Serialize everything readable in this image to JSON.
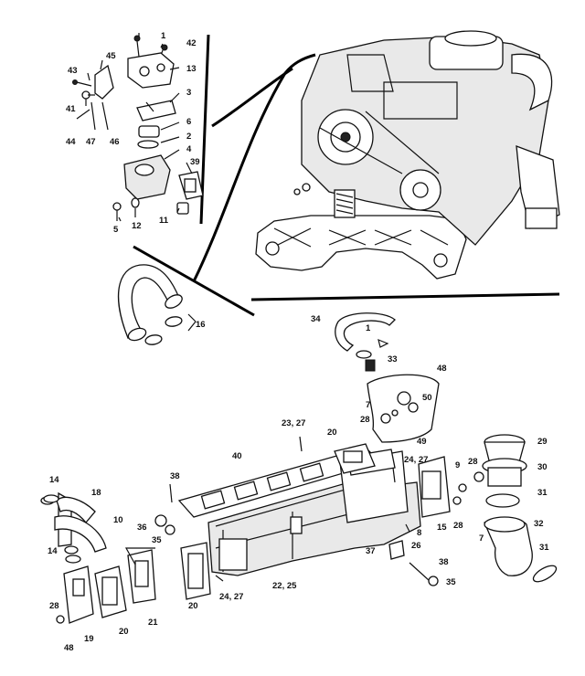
{
  "labels": {
    "l1a": "1",
    "l42": "42",
    "l45": "45",
    "l43": "43",
    "l13": "13",
    "l41": "41",
    "l3": "3",
    "l44": "44",
    "l47": "47",
    "l46": "46",
    "l6": "6",
    "l2": "2",
    "l4": "4",
    "l39": "39",
    "l5": "5",
    "l12": "12",
    "l11": "11",
    "l16": "16",
    "l34": "34",
    "l1b": "1",
    "l33": "33",
    "l48a": "48",
    "l50": "50",
    "l7a": "7",
    "l23_27": "23, 27",
    "l28a": "28",
    "l20a": "20",
    "l49": "49",
    "l29": "29",
    "l40": "40",
    "l24_27a": "24, 27",
    "l9": "9",
    "l28b": "28",
    "l30": "30",
    "l14a": "14",
    "l38a": "38",
    "l18": "18",
    "l10": "10",
    "l36": "36",
    "l35a": "35",
    "l8": "8",
    "l15": "15",
    "l28c": "28",
    "l31a": "31",
    "l7b": "7",
    "l32": "32",
    "l14b": "14",
    "l37": "37",
    "l26": "26",
    "l22_25": "22, 25",
    "l38b": "38",
    "l31b": "31",
    "l35b": "35",
    "l28d": "28",
    "l20b": "20",
    "l21": "21",
    "l20c": "20",
    "l24_27b": "24, 27",
    "l19": "19",
    "l48b": "48"
  },
  "icons": [
    "engine-illustration",
    "exhaust-manifold",
    "water-pump-housing",
    "hose",
    "clamp",
    "gasket",
    "bolt",
    "elbow"
  ]
}
